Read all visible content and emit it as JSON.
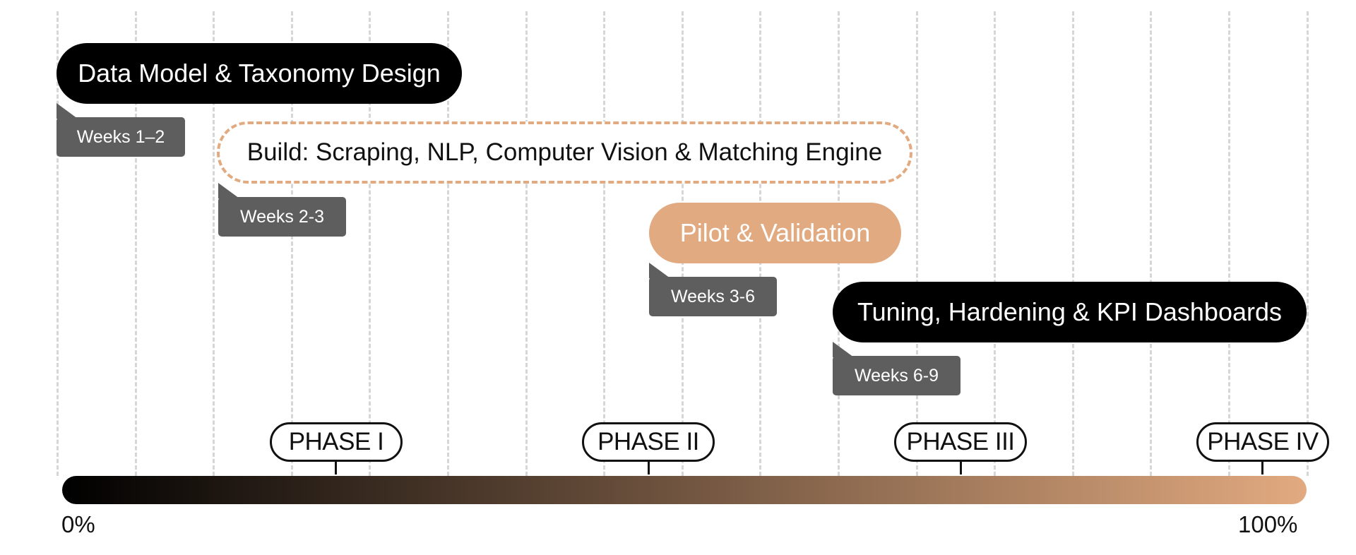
{
  "bars": [
    {
      "label": "Data Model & Taxonomy Design",
      "weeks": "Weeks 1–2",
      "style": "dark"
    },
    {
      "label": "Build: Scraping, NLP, Computer Vision & Matching Engine",
      "weeks": "Weeks 2-3",
      "style": "dashed"
    },
    {
      "label": "Pilot & Validation",
      "weeks": "Weeks 3-6",
      "style": "accent"
    },
    {
      "label": "Tuning, Hardening & KPI Dashboards",
      "weeks": "Weeks 6-9",
      "style": "dark"
    }
  ],
  "phases": [
    "PHASE I",
    "PHASE II",
    "PHASE III",
    "PHASE IV"
  ],
  "progress": {
    "start_label": "0%",
    "end_label": "100%",
    "gradient_start": "#000000",
    "gradient_end": "#e2aa80"
  },
  "colors": {
    "dark": "#000000",
    "accent": "#e2aa80",
    "tag": "#5e5e5e",
    "grid": "#d6d6d6"
  }
}
